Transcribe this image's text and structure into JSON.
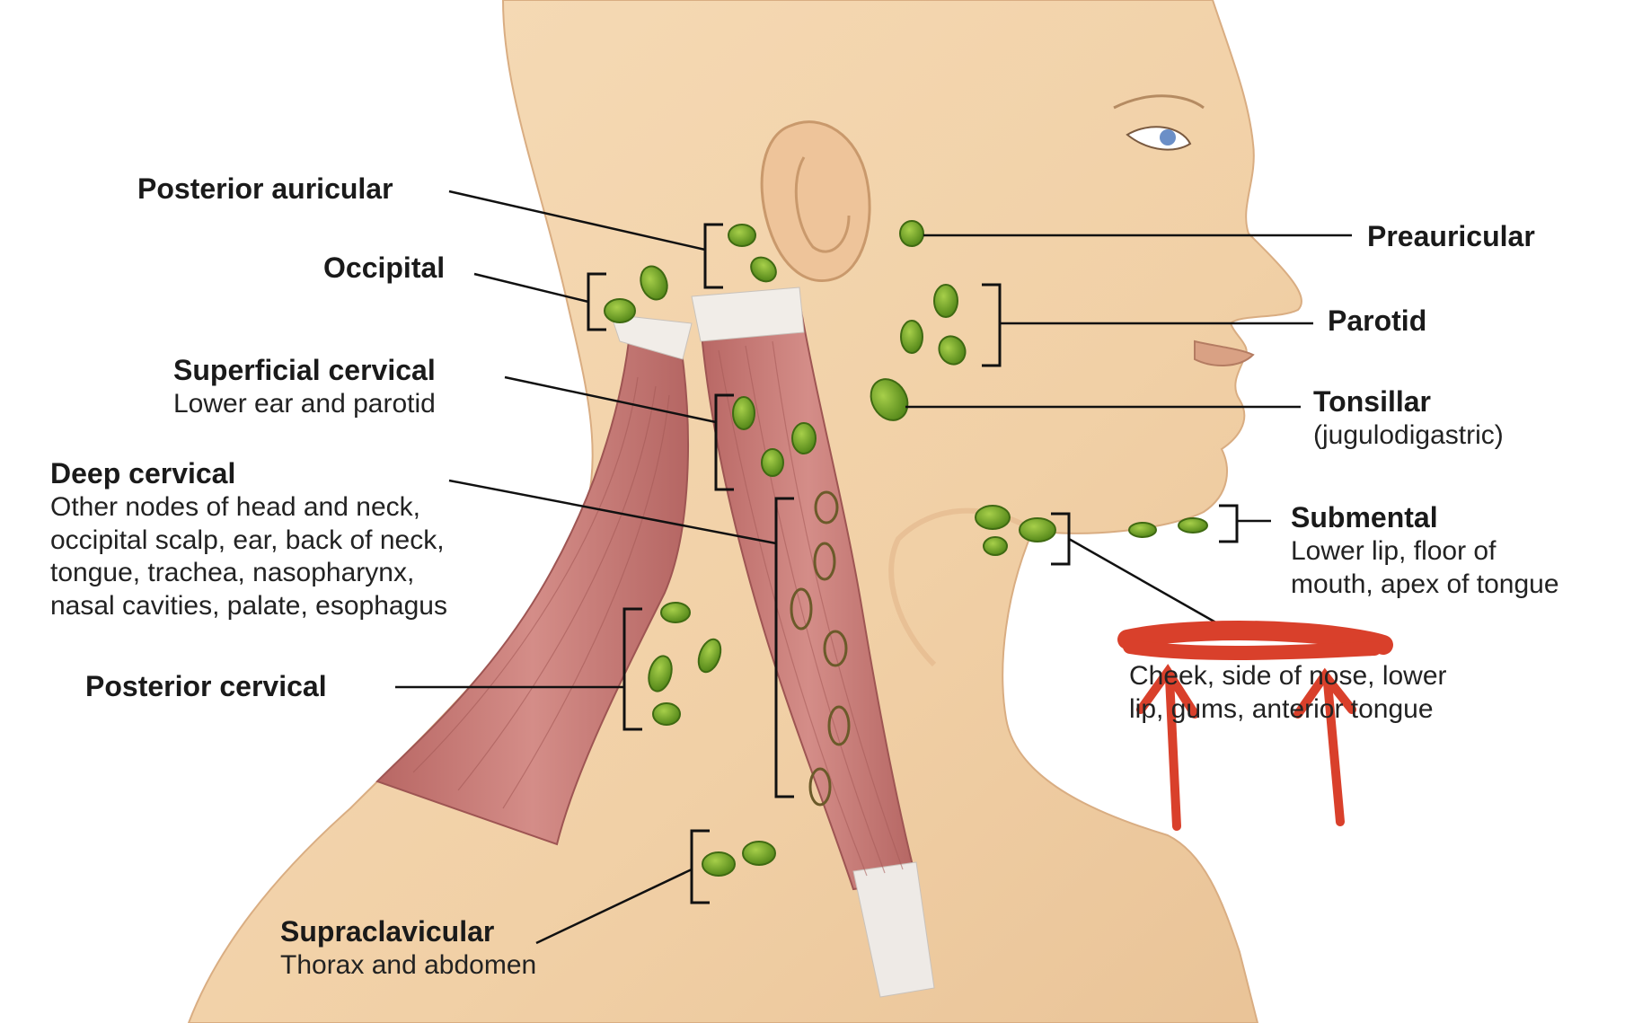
{
  "diagram": {
    "colors": {
      "skin": "#f3d4ad",
      "skin_shadow": "#e4b98f",
      "muscle": "#c97b78",
      "muscle_dark": "#a85a58",
      "tendon": "#f1ede8",
      "node_fill": "#76a32a",
      "node_outline": "#3f6a12",
      "leader_line": "#111111",
      "annotation_red": "#d9402b"
    },
    "labels": {
      "posterior_auricular": {
        "title": "Posterior auricular"
      },
      "occipital": {
        "title": "Occipital"
      },
      "superficial_cervical": {
        "title": "Superficial cervical",
        "desc": "Lower ear and parotid"
      },
      "deep_cervical": {
        "title": "Deep cervical",
        "desc": "Other nodes of head and neck,\noccipital scalp, ear, back of neck,\ntongue, trachea, nasopharynx,\nnasal cavities, palate, esophagus"
      },
      "posterior_cervical": {
        "title": "Posterior cervical"
      },
      "supraclavicular": {
        "title": "Supraclavicular",
        "desc": "Thorax and abdomen"
      },
      "preauricular": {
        "title": "Preauricular"
      },
      "parotid": {
        "title": "Parotid"
      },
      "tonsillar": {
        "title": "Tonsillar",
        "desc": "(jugulodigastric)"
      },
      "submental": {
        "title": "Submental",
        "desc": "Lower lip, floor of\nmouth, apex of tongue"
      },
      "submandibular_partial": {
        "desc": "Cheek, side of nose, lower\nlip, gums, anterior tongue"
      }
    }
  }
}
